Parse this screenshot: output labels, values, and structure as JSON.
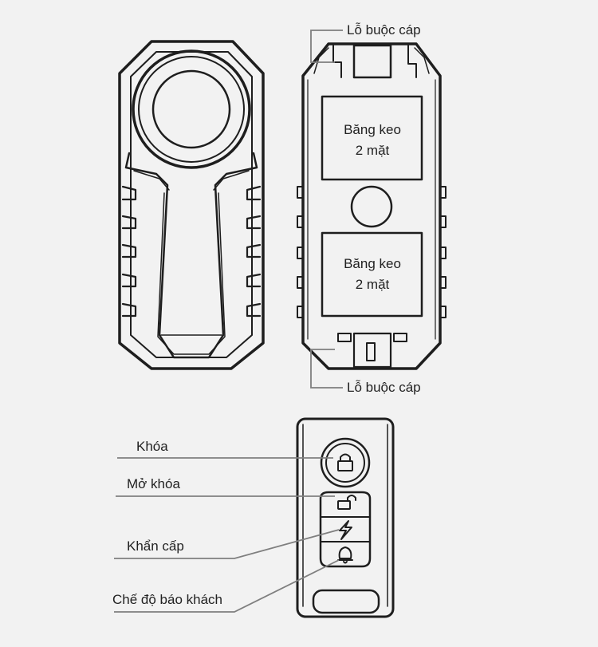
{
  "labels": {
    "cable_hole_top": "Lỗ buộc cáp",
    "cable_hole_bottom": "Lỗ buộc cáp",
    "tape_top_line1": "Băng keo",
    "tape_top_line2": "2 mặt",
    "tape_bottom_line1": "Băng keo",
    "tape_bottom_line2": "2 mặt",
    "remote_lock": "Khóa",
    "remote_unlock": "Mở khóa",
    "remote_panic": "Khẩn cấp",
    "remote_guest_mode": "Chế độ báo khách"
  },
  "icons": {
    "lock": "lock-icon",
    "unlock": "unlock-icon",
    "panic": "lightning-icon",
    "guest": "bell-icon"
  },
  "colors": {
    "background": "#f2f2f2",
    "outline": "#1e1e1e",
    "leader_line": "#7f7f7f"
  }
}
